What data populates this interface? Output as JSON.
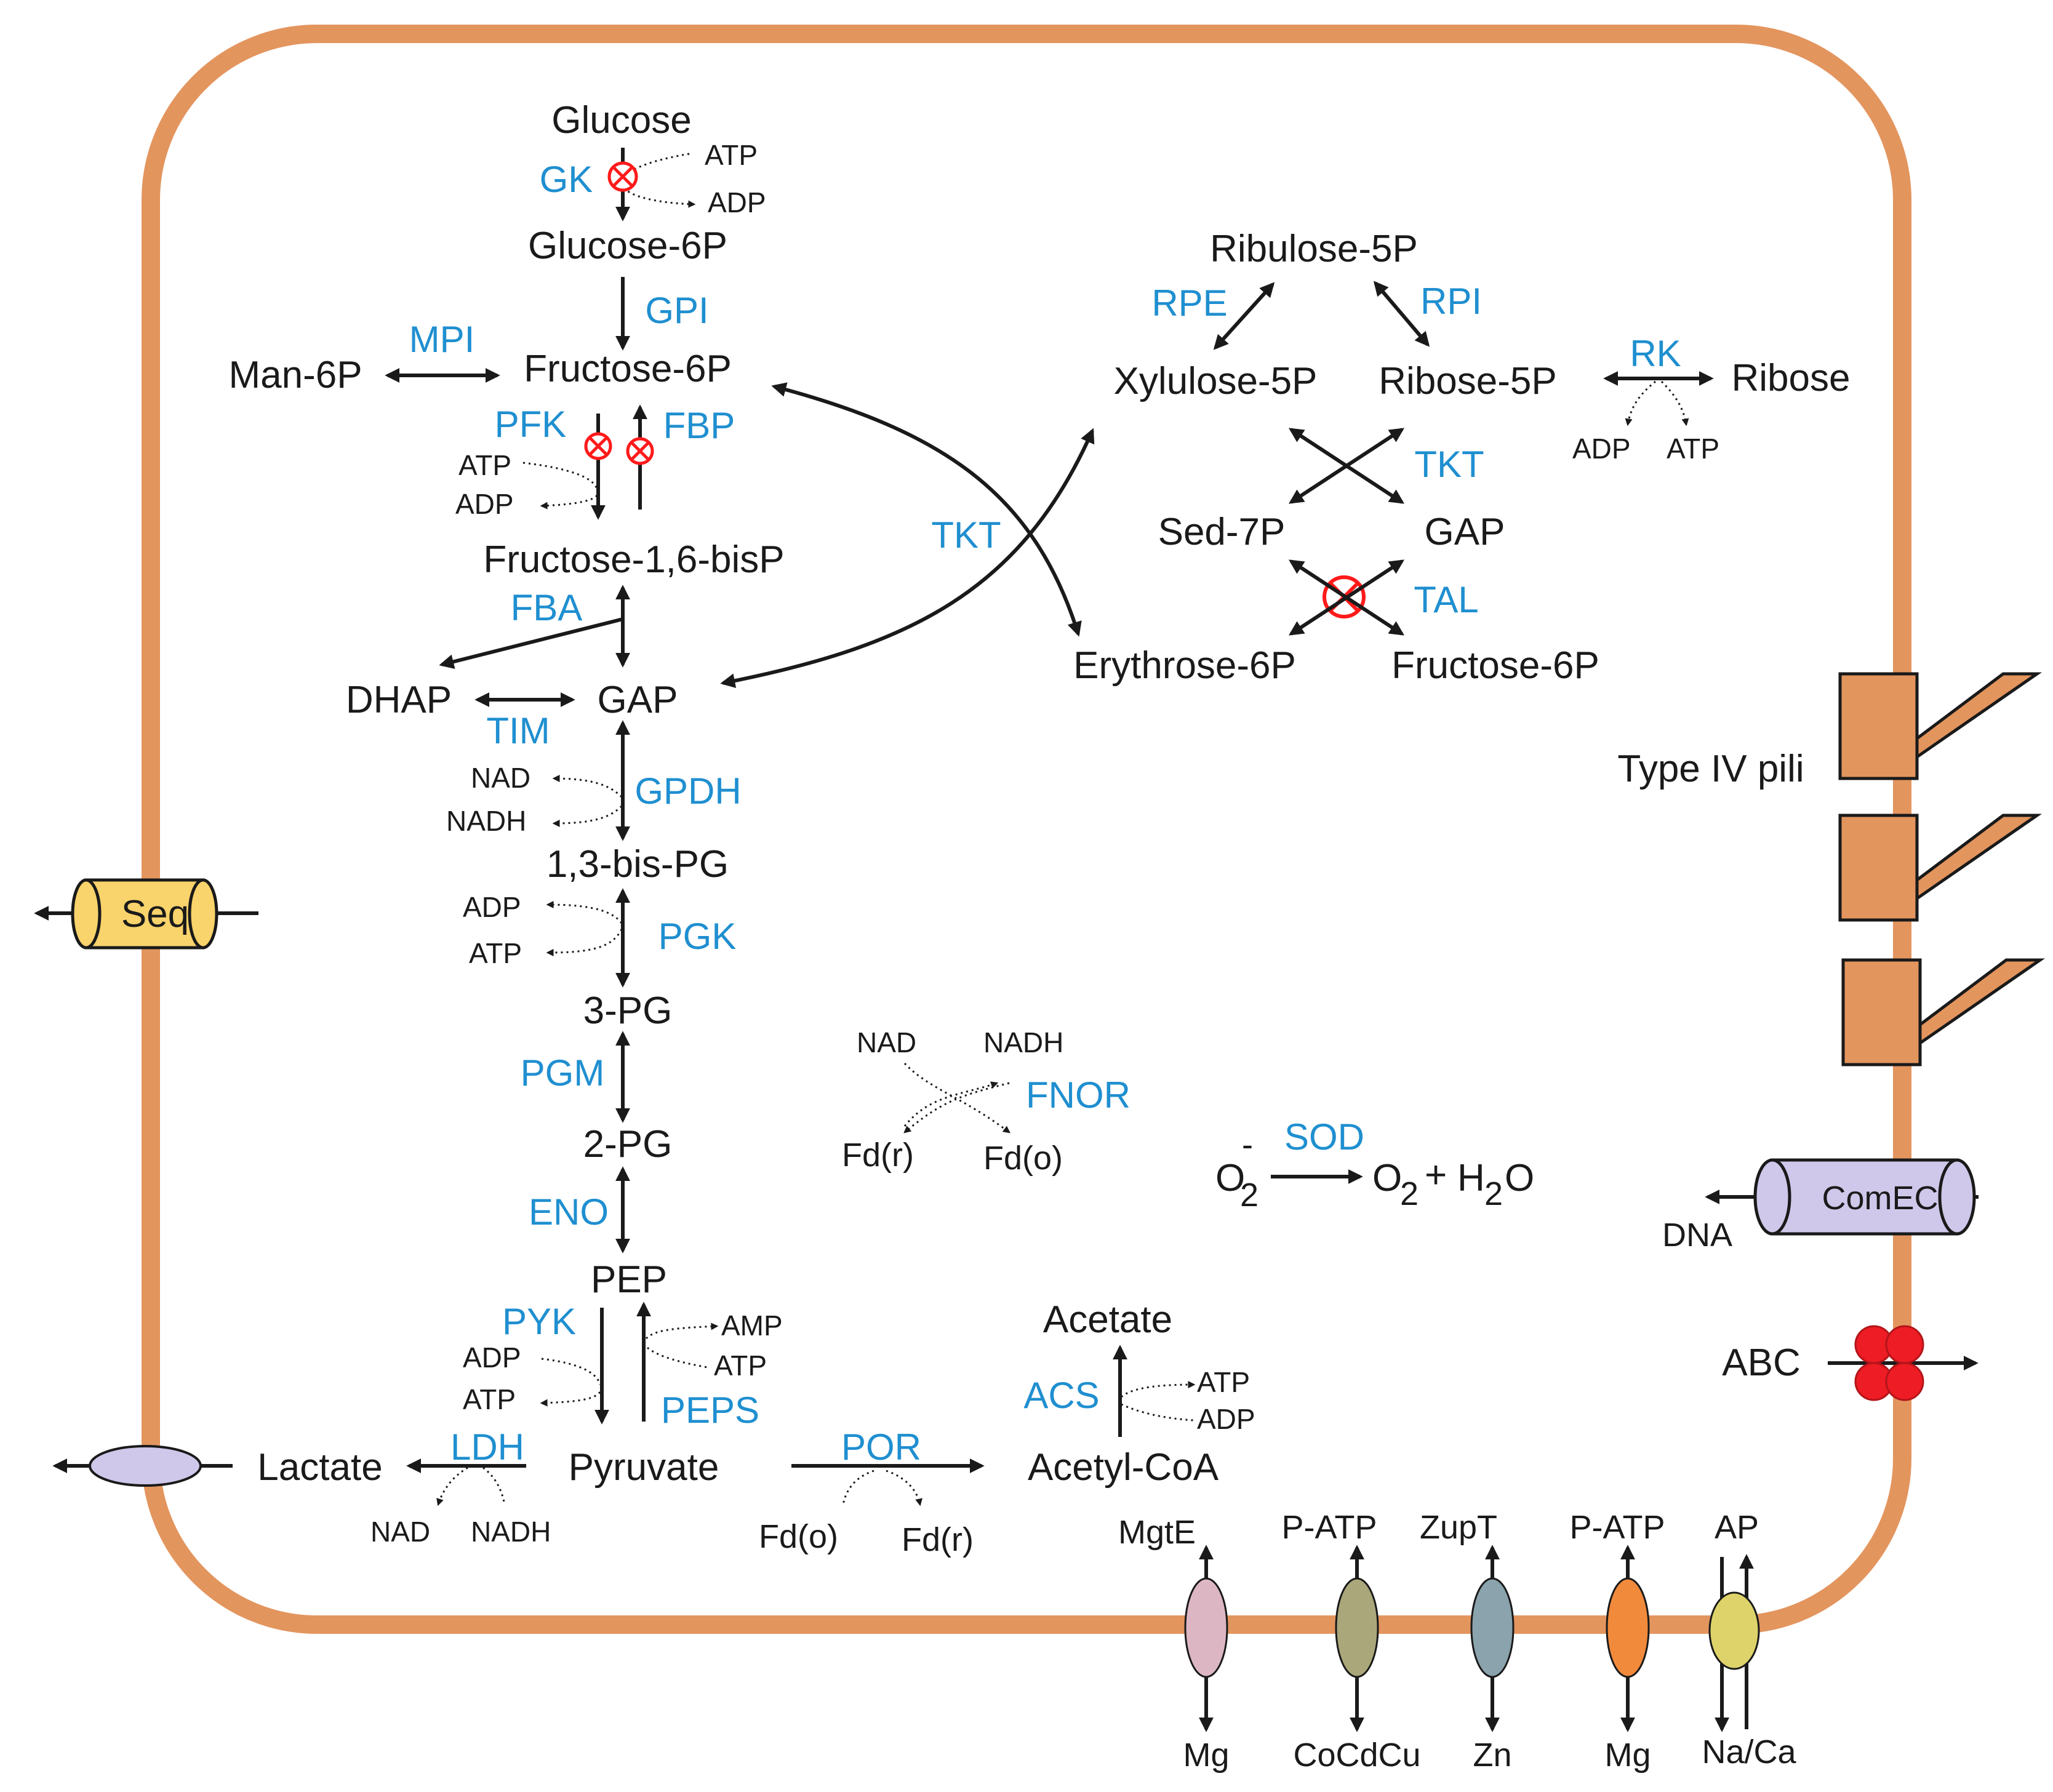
{
  "metabolites": {
    "glucose": "Glucose",
    "glucose6p": "Glucose-6P",
    "man6p": "Man-6P",
    "fructose6p": "Fructose-6P",
    "fructose16bisp": "Fructose-1,6-bisP",
    "dhap": "DHAP",
    "gap": "GAP",
    "bispg13": "1,3-bis-PG",
    "pg3": "3-PG",
    "pg2": "2-PG",
    "pep": "PEP",
    "pyruvate": "Pyruvate",
    "lactate": "Lactate",
    "acetylcoa": "Acetyl-CoA",
    "acetate": "Acetate",
    "ribulose5p": "Ribulose-5P",
    "xylulose5p": "Xylulose-5P",
    "ribose5p": "Ribose-5P",
    "ribose": "Ribose",
    "sed7p": "Sed-7P",
    "gap_ppp": "GAP",
    "erythrose4p": "Erythrose-6P",
    "fructose6p_ppp": "Fructose-6P"
  },
  "enzymes": {
    "gk": "GK",
    "gpi": "GPI",
    "mpi": "MPI",
    "pfk": "PFK",
    "fbp": "FBP",
    "fba": "FBA",
    "tim": "TIM",
    "gpdh": "GPDH",
    "pgk": "PGK",
    "pgm": "PGM",
    "eno": "ENO",
    "pyk": "PYK",
    "peps": "PEPS",
    "ldh": "LDH",
    "por": "POR",
    "acs": "ACS",
    "tkt_main": "TKT",
    "rpe": "RPE",
    "rpi": "RPI",
    "rk": "RK",
    "tkt_ppp": "TKT",
    "tal": "TAL",
    "fnor": "FNOR",
    "sod": "SOD"
  },
  "cofactors": {
    "gk_in": "ATP",
    "gk_out": "ADP",
    "pfk_in": "ATP",
    "pfk_out": "ADP",
    "gpdh_in": "NAD",
    "gpdh_out": "NADH",
    "pgk_in": "ADP",
    "pgk_out": "ATP",
    "pyk_in": "ADP",
    "pyk_out": "ATP",
    "peps_out": "AMP",
    "peps_in": "ATP",
    "acs_out": "ATP",
    "acs_in": "ADP",
    "rk_in": "ADP",
    "rk_out": "ATP",
    "ldh_out": "NAD",
    "ldh_in": "NADH",
    "por_in": "Fd(o)",
    "por_out": "Fd(r)",
    "fnor_nad": "NAD",
    "fnor_nadh": "NADH",
    "fnor_fdr": "Fd(r)",
    "fnor_fdo": "Fd(o)"
  },
  "sod": {
    "o2": "O",
    "o2_sup": "-",
    "o2_sub": "2",
    "prod_o": "O",
    "prod_o_sub": "2",
    "plus": "+",
    "prod_h": "H",
    "prod_h_sub": "2",
    "prod_h_o": "O"
  },
  "transporters": {
    "seq": "Seq",
    "comec": "ComEC",
    "dna": "DNA",
    "abc": "ABC",
    "type4pili": "Type IV pili",
    "mgte": "MgtE",
    "mgte_sub": "Mg",
    "patp1": "P-ATP",
    "patp1_sub": "CoCdCu",
    "zupt": "ZupT",
    "zupt_sub": "Zn",
    "patp2": "P-ATP",
    "patp2_sub": "Mg",
    "ap": "AP",
    "ap_sub": "Na/Ca"
  },
  "colors": {
    "membrane": "#e3955e",
    "enzyme": "#1f8fd0",
    "inhibition": "#ff1a1a",
    "seq_fill": "#f9d36b",
    "comec_fill": "#cfc8ea",
    "lactate_tr_fill": "#cfc8ea",
    "abc_fill": "#ee1c24",
    "mgte_fill": "#dcb7c3",
    "patp1_fill": "#aaa77a",
    "zupt_fill": "#8aa3ad",
    "patp2_fill": "#f28a3c",
    "ap_fill": "#ded36a",
    "pili_fill": "#e3955e"
  }
}
